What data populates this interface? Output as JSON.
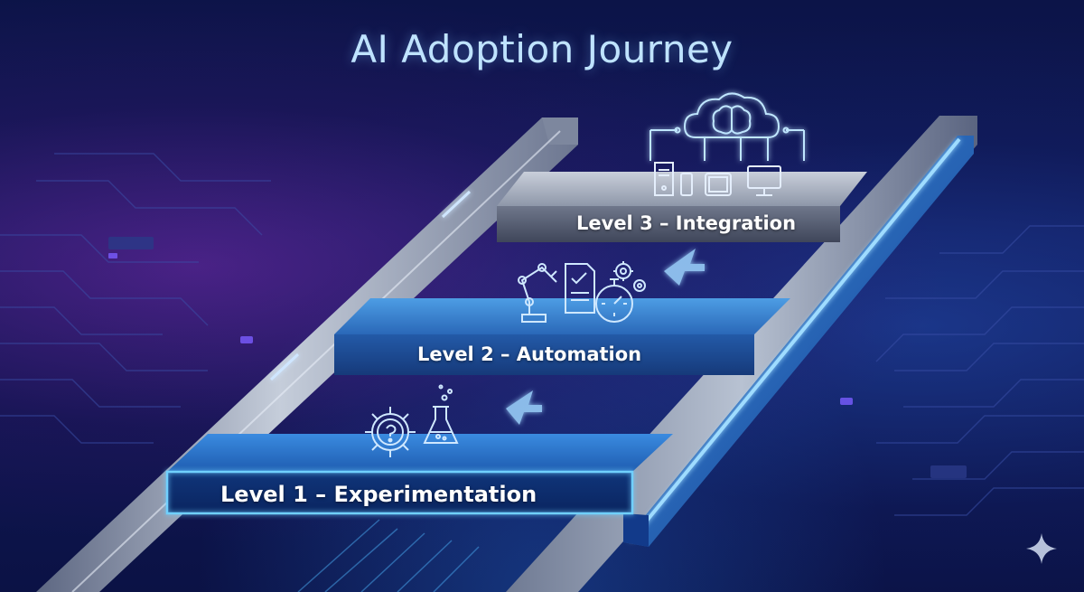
{
  "title": "AI Adoption Journey",
  "levels": [
    {
      "label": "Level 1 – Experimentation",
      "icons": [
        "gear-question-icon",
        "flask-icon"
      ]
    },
    {
      "label": "Level 2 – Automation",
      "icons": [
        "robot-arm-icon",
        "checklist-document-icon",
        "stopwatch-icon",
        "gears-icon"
      ]
    },
    {
      "label": "Level 3 – Integration",
      "icons": [
        "cloud-brain-icon",
        "server-tower-icon",
        "phone-icon",
        "tablet-icon",
        "monitor-icon"
      ]
    }
  ],
  "colors": {
    "background": "#0c1448",
    "title": "#bfe3ff",
    "accent_glow": "#3fa8ff",
    "rail": "#9aa6bb"
  }
}
